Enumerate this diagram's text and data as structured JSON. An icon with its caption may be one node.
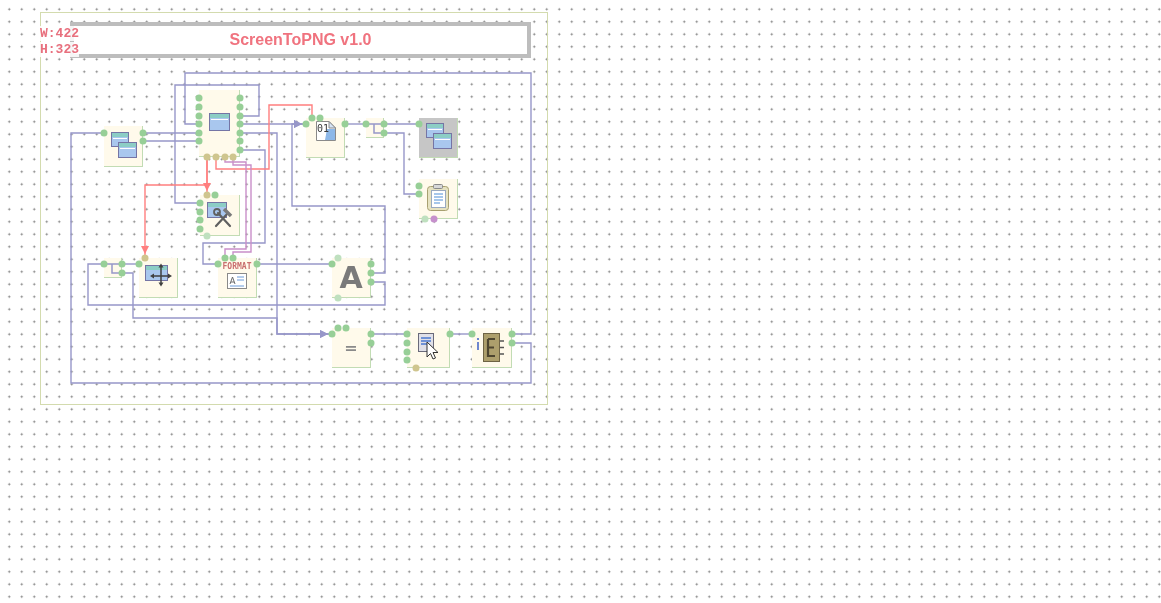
{
  "diagram": {
    "nodes": [
      {
        "text": [
          "ScreenToPNG v1.0"
        ]
      },
      {
        "text": [],
        "shape": "picture"
      },
      {
        "text": [],
        "shape": "picture"
      },
      {
        "text": [
          "01"
        ]
      },
      {
        "text": [],
        "shape": "picture"
      },
      {
        "text": [],
        "shape": "picture"
      },
      {
        "text": [],
        "shape": "picture"
      },
      {
        "text": [],
        "shape": "picture"
      },
      {
        "text": [],
        "shape": "picture"
      },
      {
        "text": [],
        "shape": "picture"
      },
      {
        "text": [
          "FORMAT"
        ]
      },
      {
        "text": [
          "A"
        ]
      },
      {
        "text": [
          "="
        ]
      },
      {
        "text": [],
        "shape": "picture"
      },
      {
        "text": [],
        "shape": "picture"
      }
    ],
    "edges": [
      {
        "from": 1,
        "to": 2,
        "arrow": "none"
      },
      {
        "from": 1,
        "to": 2,
        "arrow": "none"
      },
      {
        "from": 2,
        "to": 7,
        "arrow": "none"
      },
      {
        "from": 2,
        "to": 3,
        "arrow": "to"
      },
      {
        "from": 2,
        "to": 12,
        "arrow": "to"
      },
      {
        "from": 2,
        "to": 10,
        "arrow": "none"
      },
      {
        "from": 2,
        "to": 7,
        "arrow": "to",
        "color": "#ff7f7f"
      },
      {
        "from": 2,
        "to": 9,
        "arrow": "to",
        "color": "#ff7f7f"
      },
      {
        "from": 2,
        "to": 3,
        "arrow": "none",
        "color": "#ff7f7f"
      },
      {
        "from": 2,
        "to": 10,
        "arrow": "none",
        "color": "#c98fc9"
      },
      {
        "from": 2,
        "to": 10,
        "arrow": "none",
        "color": "#c98fc9"
      },
      {
        "from": 3,
        "to": 4,
        "arrow": "none"
      },
      {
        "from": 4,
        "to": 5,
        "arrow": "none"
      },
      {
        "from": 4,
        "to": 6,
        "arrow": "none"
      },
      {
        "from": 8,
        "to": 9,
        "arrow": "none"
      },
      {
        "from": 8,
        "to": 12,
        "arrow": "to"
      },
      {
        "from": 10,
        "to": 11,
        "arrow": "none"
      },
      {
        "from": 11,
        "to": 3,
        "arrow": "to"
      },
      {
        "from": 11,
        "to": 8,
        "arrow": "none"
      },
      {
        "from": 12,
        "to": 13,
        "arrow": "none"
      },
      {
        "from": 13,
        "to": 14,
        "arrow": "none"
      },
      {
        "from": 14,
        "to": 2,
        "arrow": "none"
      },
      {
        "from": 14,
        "to": 1,
        "arrow": "none"
      }
    ],
    "labels": [
      "W:422",
      "H:323"
    ]
  }
}
